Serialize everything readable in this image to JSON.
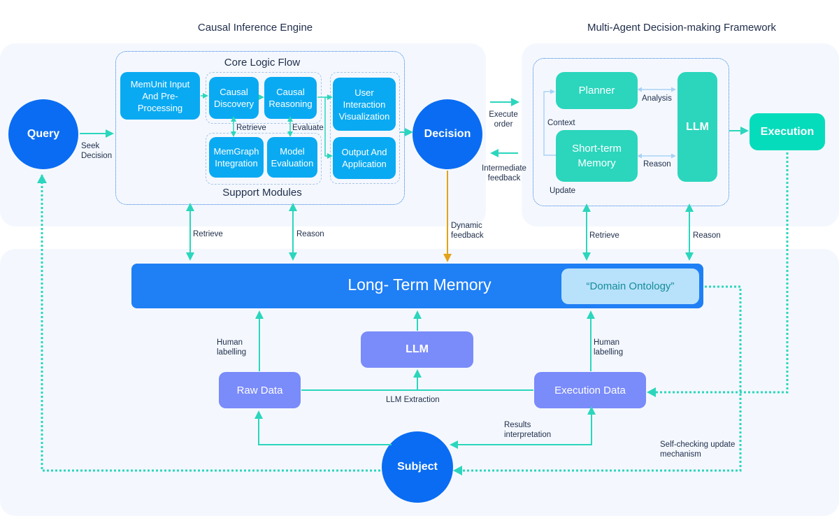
{
  "sections": {
    "causal_engine_title": "Causal Inference Engine",
    "multi_agent_title": "Multi-Agent Decision-making Framework"
  },
  "causal_engine": {
    "core_title": "Core Logic Flow",
    "support_title": "Support Modules",
    "boxes": {
      "memunit": "MemUnit Input And Pre-Processing",
      "causal_discovery": "Causal Discovery",
      "causal_reasoning": "Causal Reasoning",
      "user_interaction": "User Interaction Visualization",
      "output_application": "Output And Application",
      "memgraph": "MemGraph Integration",
      "model_evaluation": "Model Evaluation"
    },
    "labels": {
      "retrieve": "Retrieve",
      "evaluate": "Evaluate"
    }
  },
  "nodes": {
    "query": "Query",
    "decision": "Decision",
    "subject": "Subject",
    "execution": "Execution"
  },
  "multi_agent": {
    "planner": "Planner",
    "short_term_memory": "Short-term Memory",
    "llm": "LLM",
    "labels": {
      "analysis": "Analysis",
      "reason": "Reason",
      "context": "Context",
      "update": "Update"
    }
  },
  "memory": {
    "long_term": "Long- Term Memory",
    "domain_ontology": "“Domain Ontology”",
    "llm": "LLM",
    "raw_data": "Raw Data",
    "execution_data": "Execution Data"
  },
  "edge_labels": {
    "seek_decision": "Seek Decision",
    "execute_order": "Execute order",
    "intermediate_feedback": "Intermediate feedback",
    "retrieve_left": "Retrieve",
    "reason_left": "Reason",
    "dynamic_feedback": "Dynamic feedback",
    "retrieve_right": "Retrieve",
    "reason_right": "Reason",
    "human_labelling_left": "Human labelling",
    "human_labelling_right": "Human labelling",
    "llm_extraction": "LLM Extraction",
    "results_interpretation": "Results interpretation",
    "self_checking": "Self-checking update mechanism"
  },
  "colors": {
    "teal_arrow": "#2bd6bd",
    "orange_arrow": "#e3a21a",
    "primary_blue": "#0a6cf2",
    "box_blue": "#0aaaf2",
    "teal_box": "#2bd6bd",
    "purple_box": "#7a8bfa",
    "memory_bar": "#1f7ff5",
    "ontology": "#b8e1fb"
  }
}
